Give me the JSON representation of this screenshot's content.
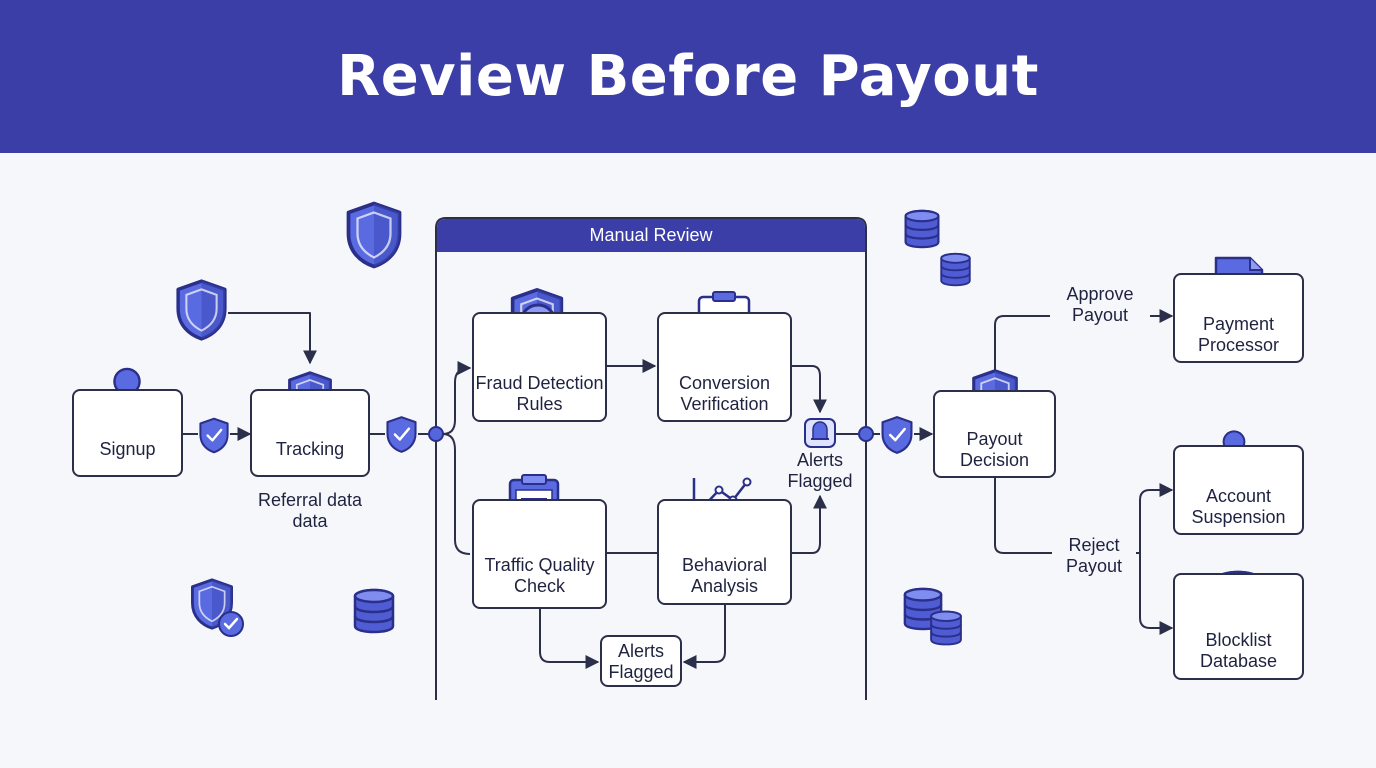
{
  "title": "Review Before Payout",
  "panel_title": "Manual Review",
  "nodes": {
    "signup": "Signup",
    "tracking": "Tracking",
    "referral": "Referral data\ndata",
    "fraud": "Fraud Detection\nRules",
    "conversion": "Conversion\nVerification",
    "traffic": "Traffic Quality\nCheck",
    "behavioral": "Behavioral\nAnalysis",
    "alerts_bottom": "Alerts\nFlagged",
    "alerts_right": "Alerts\nFlagged",
    "payout_decision": "Payout\nDecision",
    "approve": "Approve\nPayout",
    "payment_processor": "Payment\nProcessor",
    "reject": "Reject\nPayout",
    "account_suspension": "Account\nSuspension",
    "blocklist": "Blocklist\nDatabase"
  },
  "colors": {
    "header": "#3b3ea6",
    "icon_fill": "#5566dd",
    "icon_stroke": "#2a2f8a",
    "line": "#2c2f4a"
  },
  "icons": [
    "shield-icon",
    "user-icon",
    "magnifier-icon",
    "clipboard-icon",
    "bar-chart-icon",
    "bell-icon",
    "database-icon",
    "document-icon",
    "user-check-icon"
  ]
}
